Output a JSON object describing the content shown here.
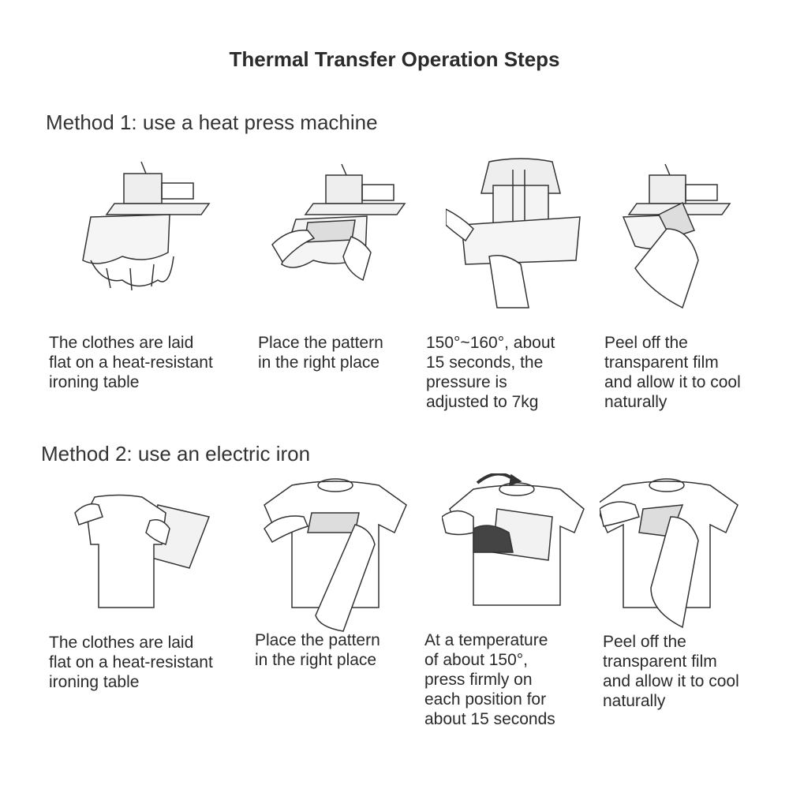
{
  "title": "Thermal Transfer Operation Steps",
  "methods": [
    {
      "heading": "Method 1: use a heat press machine",
      "steps": [
        {
          "icon": "heat-press-open-illustration",
          "caption": "The clothes are laid\nflat on a heat-resistant\nironing table"
        },
        {
          "icon": "place-pattern-illustration",
          "caption": "Place the pattern\nin the right place"
        },
        {
          "icon": "heat-press-closed-illustration",
          "caption": "150°~160°, about\n15 seconds, the\npressure is\nadjusted to 7kg"
        },
        {
          "icon": "peel-film-illustration",
          "caption": "Peel off the\ntransparent film\nand allow it to cool\nnaturally"
        }
      ]
    },
    {
      "heading": "Method 2: use an electric iron",
      "steps": [
        {
          "icon": "lay-tshirt-illustration",
          "caption": "The clothes are laid\nflat on a heat-resistant\nironing table"
        },
        {
          "icon": "place-pattern-tshirt-illustration",
          "caption": "Place the pattern\nin the right place"
        },
        {
          "icon": "iron-press-illustration",
          "caption": "At a temperature\nof about 150°,\npress firmly on\neach position for\nabout 15 seconds"
        },
        {
          "icon": "peel-film-tshirt-illustration",
          "caption": "Peel off the\ntransparent film\nand allow it to cool\nnaturally"
        }
      ]
    }
  ]
}
